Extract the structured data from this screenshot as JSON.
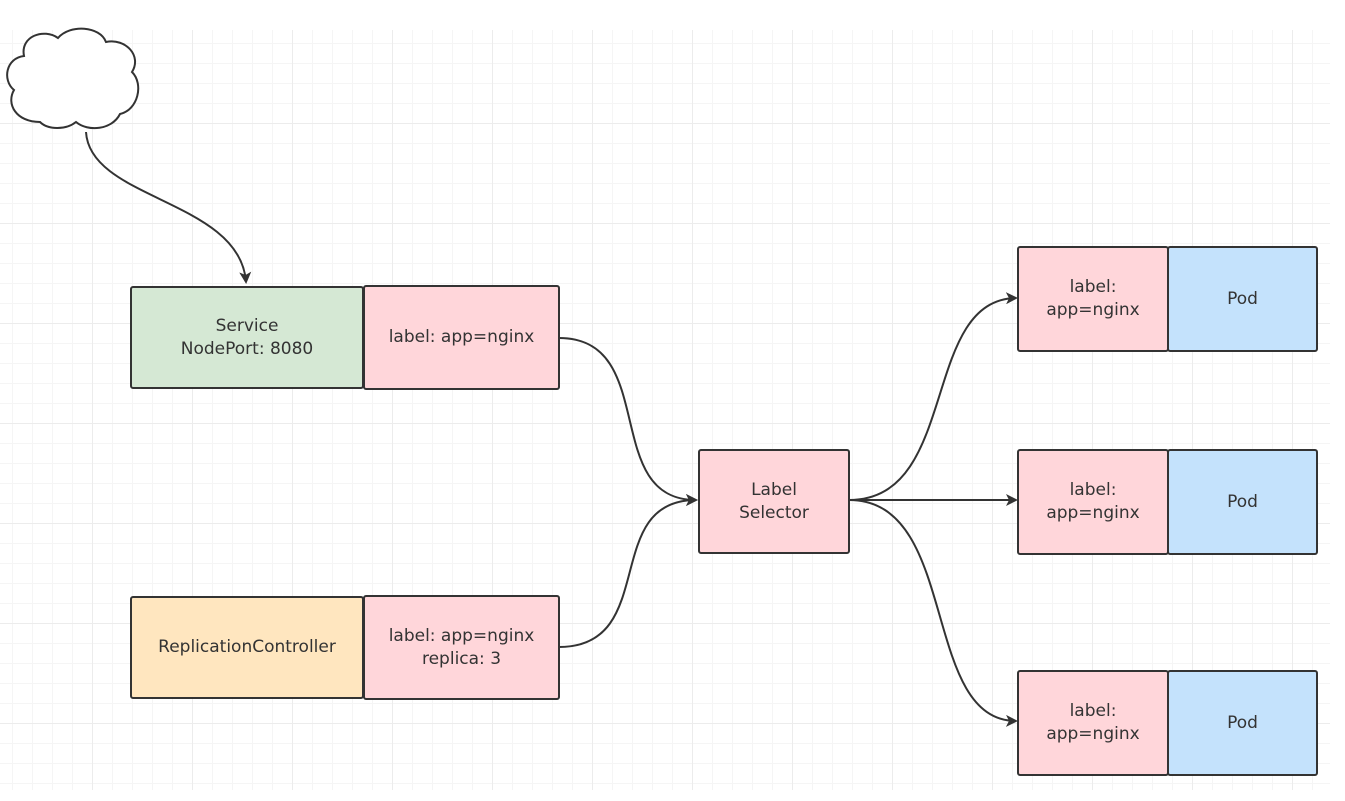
{
  "diagram": {
    "service": {
      "text": "Service\nNodePort: 8080",
      "color": "#d5e8d4"
    },
    "service_label": {
      "text": "label: app=nginx",
      "color": "#ffd6da"
    },
    "replication_controller": {
      "text": "ReplicationController",
      "color": "#ffe6bf"
    },
    "rc_label": {
      "text": "label: app=nginx\nreplica: 3",
      "color": "#ffd6da"
    },
    "label_selector": {
      "text": "Label\nSelector",
      "color": "#ffd6da"
    },
    "pods": [
      {
        "label": "label:\napp=nginx",
        "name": "Pod"
      },
      {
        "label": "label:\napp=nginx",
        "name": "Pod"
      },
      {
        "label": "label:\napp=nginx",
        "name": "Pod"
      }
    ],
    "pod_color": "#c4e2fc",
    "line_color": "#333333"
  }
}
